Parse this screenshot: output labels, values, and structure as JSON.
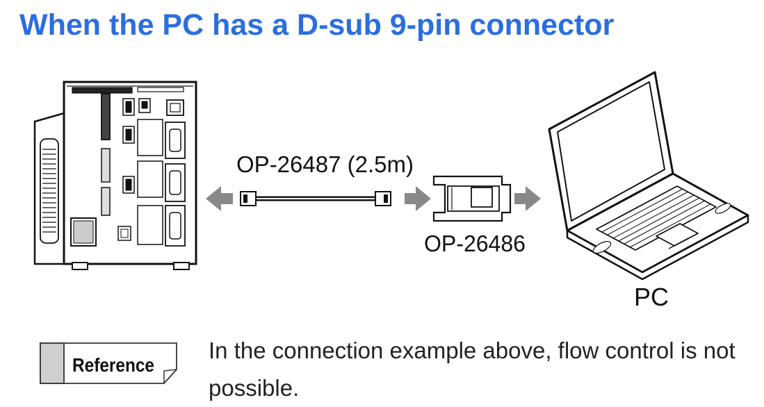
{
  "title": "When the PC has a D-sub 9-pin connector",
  "diagram": {
    "cable_label": "OP-26487 (2.5m)",
    "adapter_label": "OP-26486",
    "pc_label": "PC"
  },
  "reference": {
    "badge_label": "Reference",
    "note": "In the connection example above, flow control is not possible."
  }
}
